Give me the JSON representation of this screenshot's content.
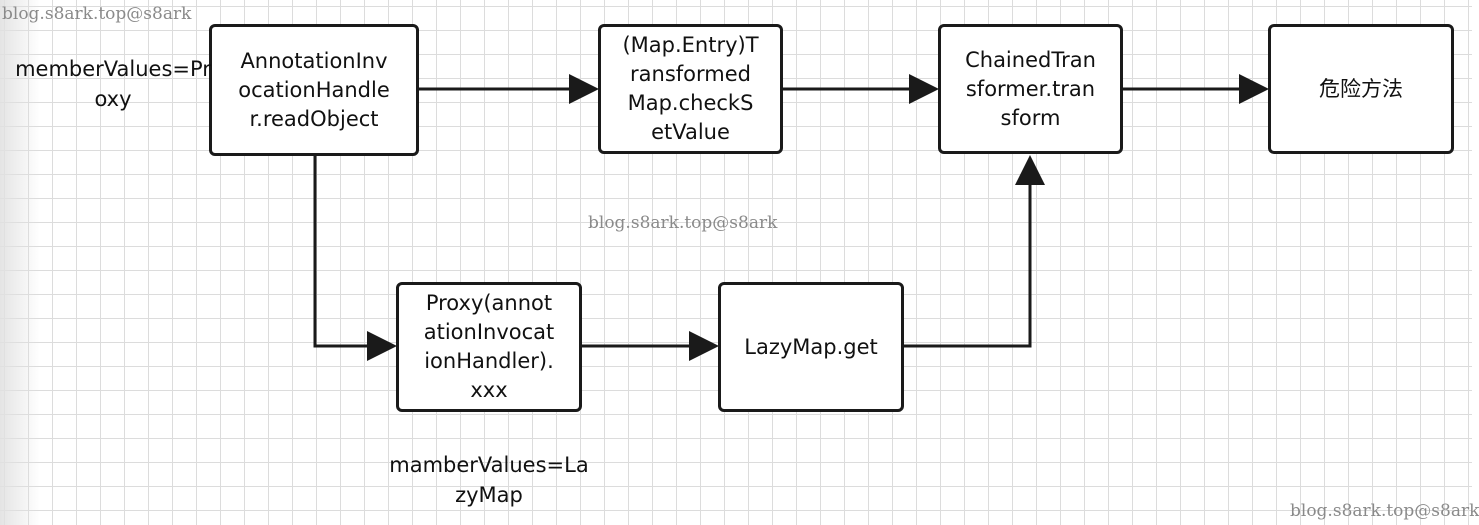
{
  "watermarks": {
    "top_left": "blog.s8ark.top@s8ark",
    "center": "blog.s8ark.top@s8ark",
    "bottom_right": "blog.s8ark.top@s8ark"
  },
  "nodes": {
    "annotation_handler": "AnnotationInv\nocationHandle\nr.readObject",
    "transformed_map": "(Map.Entry)T\nransformed\nMap.checkS\netValue",
    "chained_transformer": "ChainedTran\nsformer.tran\nsform",
    "danger": "危险方法",
    "proxy": "Proxy(annot\nationInvocat\nionHandler).\nxxx",
    "lazymap": "LazyMap.get"
  },
  "labels": {
    "member_values_proxy": "memberValues=Pr\noxy",
    "member_values_lazymap": "mamberValues=La\nzyMap"
  },
  "colors": {
    "stroke": "#1a1a1a",
    "grid": "#dcdcdc",
    "watermark": "#8a8a8a"
  }
}
